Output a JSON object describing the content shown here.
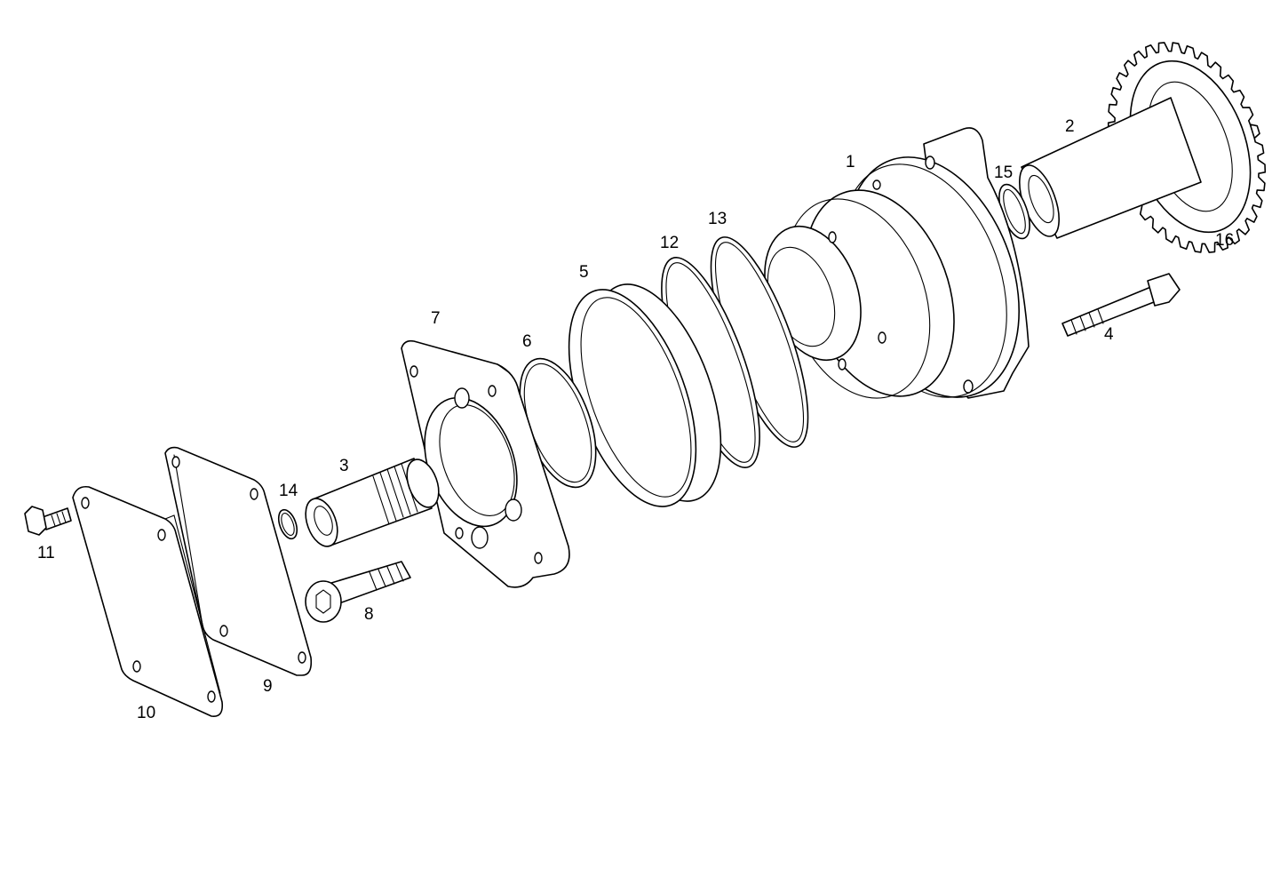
{
  "callouts": [
    {
      "id": "1",
      "text": "1"
    },
    {
      "id": "2",
      "text": "2"
    },
    {
      "id": "3",
      "text": "3"
    },
    {
      "id": "4",
      "text": "4"
    },
    {
      "id": "5",
      "text": "5"
    },
    {
      "id": "6",
      "text": "6"
    },
    {
      "id": "7",
      "text": "7"
    },
    {
      "id": "8",
      "text": "8"
    },
    {
      "id": "9",
      "text": "9"
    },
    {
      "id": "10",
      "text": "10"
    },
    {
      "id": "11",
      "text": "11"
    },
    {
      "id": "12",
      "text": "12"
    },
    {
      "id": "13",
      "text": "13"
    },
    {
      "id": "14",
      "text": "14"
    },
    {
      "id": "15",
      "text": "15"
    },
    {
      "id": "16",
      "text": "16"
    }
  ],
  "colors": {
    "line": "#000000",
    "background": "#ffffff"
  }
}
